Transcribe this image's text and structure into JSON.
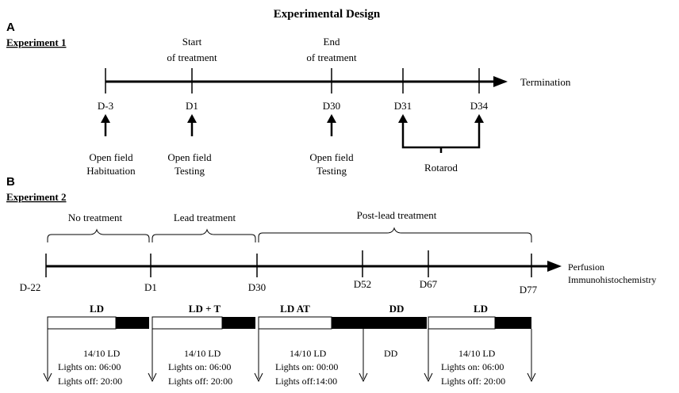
{
  "title": "Experimental Design",
  "panel_a": {
    "letter": "A",
    "experiment": "Experiment  1",
    "termination": "Termination",
    "events": [
      {
        "day": "D-3",
        "top": [],
        "bottom": [
          "Open field",
          "Habituation"
        ]
      },
      {
        "day": "D1",
        "top": [
          "Start",
          "of  treatment"
        ],
        "bottom": [
          "Open field",
          "Testing"
        ]
      },
      {
        "day": "D30",
        "top": [
          "End",
          "of treatment"
        ],
        "bottom": [
          "Open field",
          "Testing"
        ]
      },
      {
        "day": "D31",
        "top": [],
        "bottom": []
      },
      {
        "day": "D34",
        "top": [],
        "bottom": []
      }
    ],
    "rotarod": "Rotarod"
  },
  "panel_b": {
    "letter": "B",
    "experiment": "Experiment  2",
    "endpoint_lines": [
      "Perfusion",
      "Immunohistochemistry"
    ],
    "phases": [
      "No treatment",
      "Lead treatment",
      "Post-lead treatment"
    ],
    "ticks": [
      "D-22",
      "D1",
      "D30",
      "D52",
      "D67",
      "D77"
    ],
    "bars": [
      {
        "label": "LD",
        "lines": [
          "14/10 LD",
          "Lights  on:  06:00",
          "Lights  off:  20:00"
        ]
      },
      {
        "label": "LD + T",
        "lines": [
          "14/10 LD",
          "Lights  on:  06:00",
          "Lights  off:  20:00"
        ]
      },
      {
        "label": "LD AT",
        "lines": [
          "14/10 LD",
          "Lights  on:  00:00",
          "Lights  off:14:00"
        ]
      },
      {
        "label": "DD",
        "lines": [
          "DD"
        ]
      },
      {
        "label": "LD",
        "lines": [
          "14/10 LD",
          "Lights  on:  06:00",
          "Lights  off:  20:00"
        ]
      }
    ]
  }
}
